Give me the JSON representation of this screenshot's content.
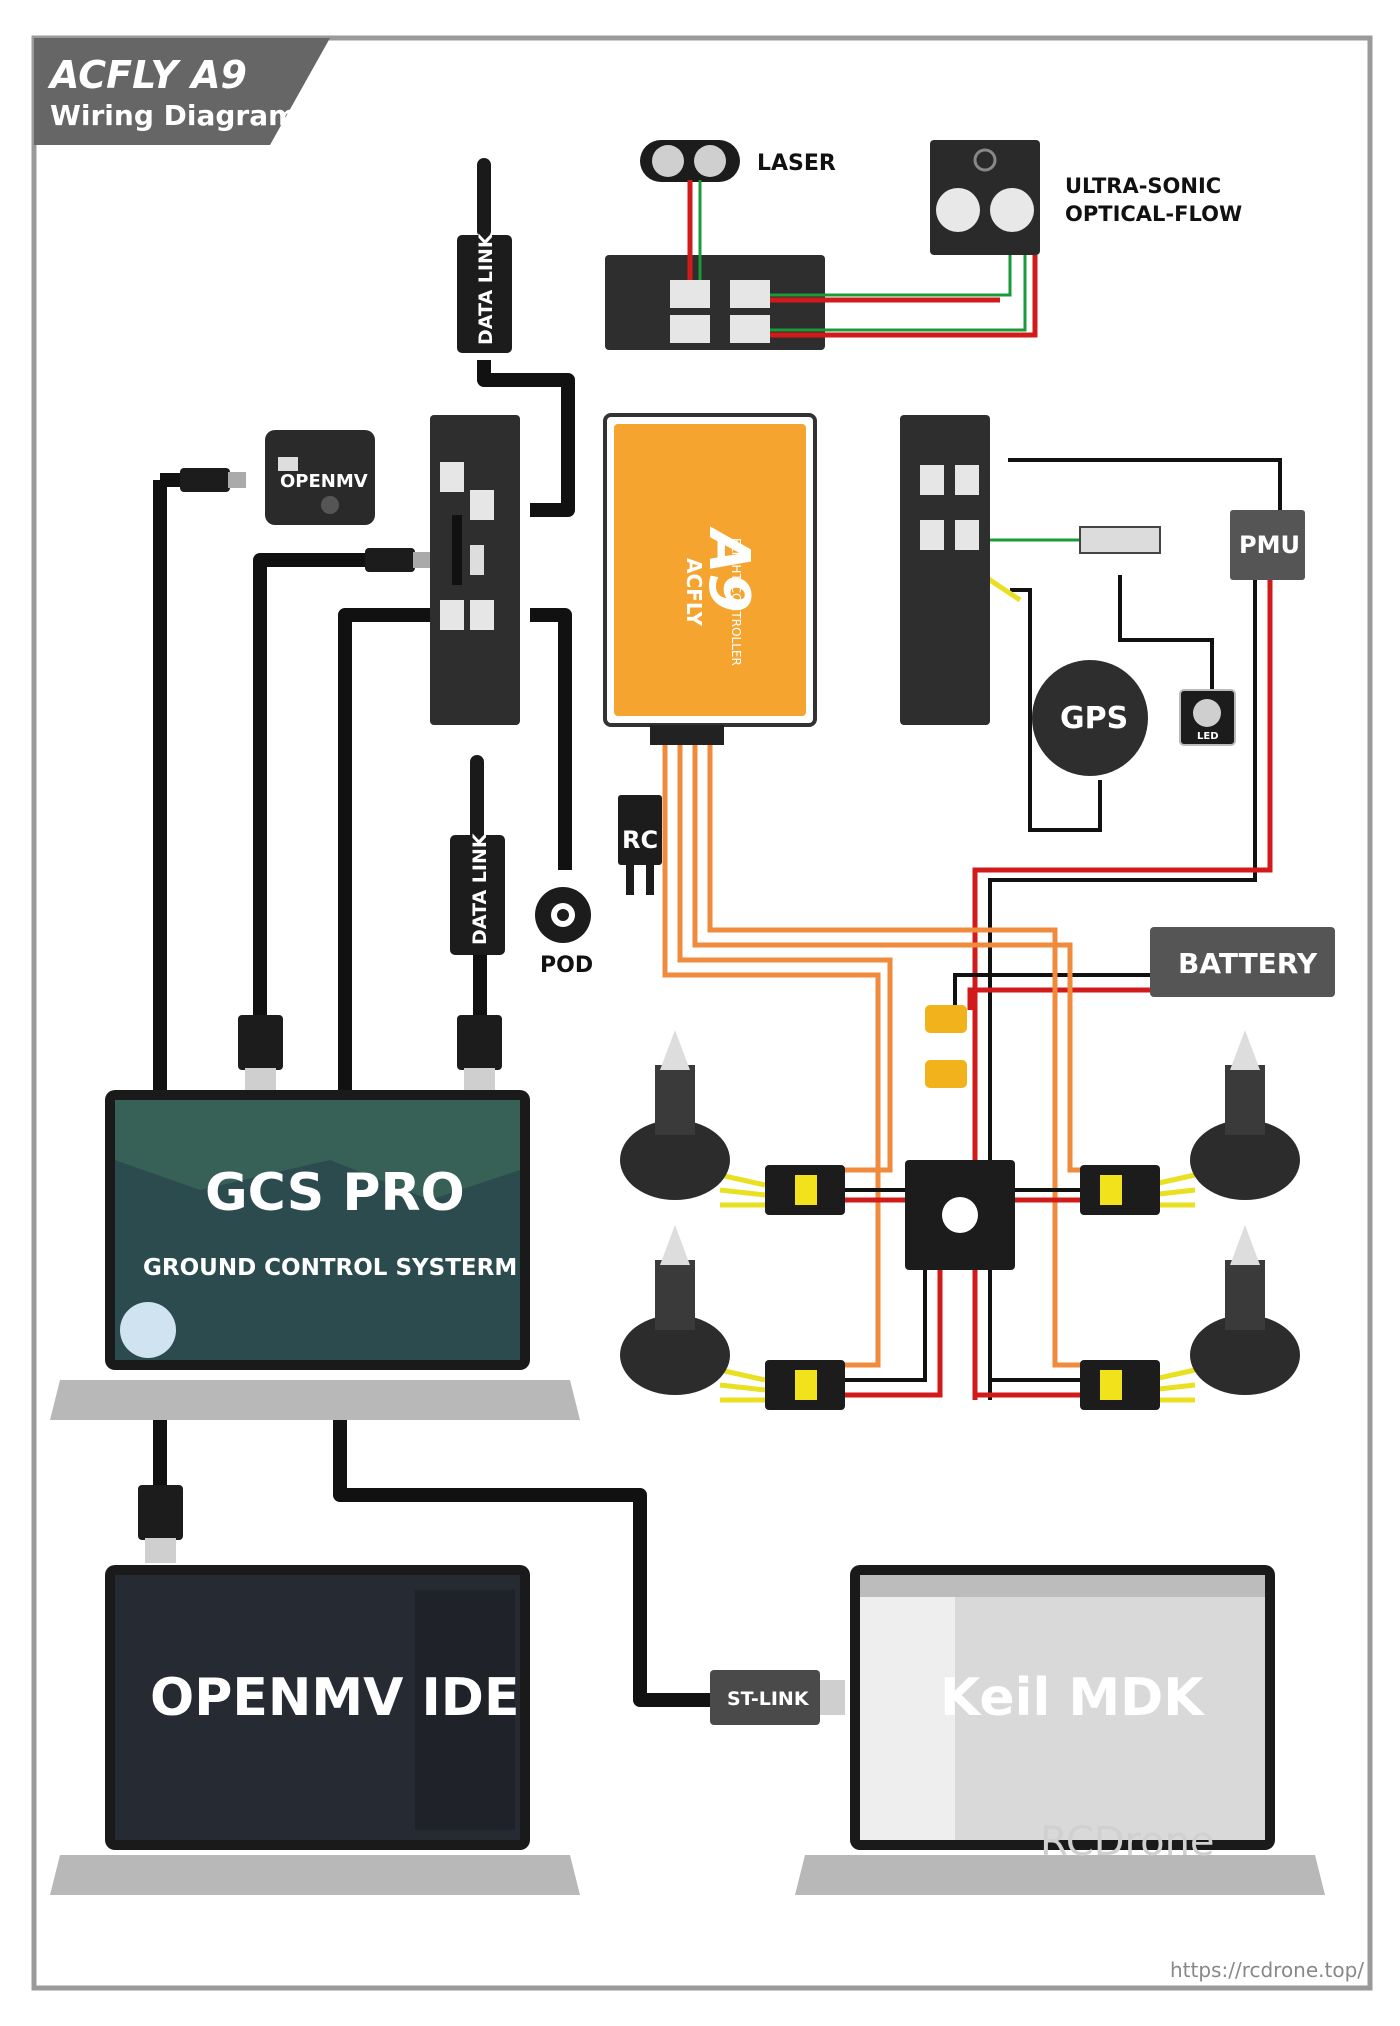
{
  "header": {
    "brand": "ACFLY A9",
    "subtitle": "Wiring Diagram"
  },
  "components": {
    "laser": "LASER",
    "ultrasonic_line1": "ULTRA-SONIC",
    "ultrasonic_line2": "OPTICAL-FLOW",
    "data_link_top": "DATA LINK",
    "data_link_mid": "DATA LINK",
    "openmv": "OPENMV",
    "pmu": "PMU",
    "gps": "GPS",
    "led": "LED",
    "rc": "RC",
    "pod": "POD",
    "battery": "BATTERY",
    "st_link": "ST-LINK",
    "fc_model": "A9",
    "fc_type": "FLIGHT CONTROLLER",
    "fc_logo": "ACFLY"
  },
  "laptops": {
    "gcs_title": "GCS PRO",
    "gcs_subtitle": "GROUND CONTROL SYSTERM",
    "openmv_ide": "OPENMV IDE",
    "keil": "Keil MDK"
  },
  "footer": {
    "watermark": "RCDrone",
    "url": "https://rcdrone.top/"
  },
  "colors": {
    "fc_orange": "#f6a430",
    "panel": "#2e2e2e",
    "label_box": "#555555",
    "wire_red": "#d11a1a",
    "wire_orange": "#f08a3c",
    "wire_yellow": "#e8e020"
  }
}
